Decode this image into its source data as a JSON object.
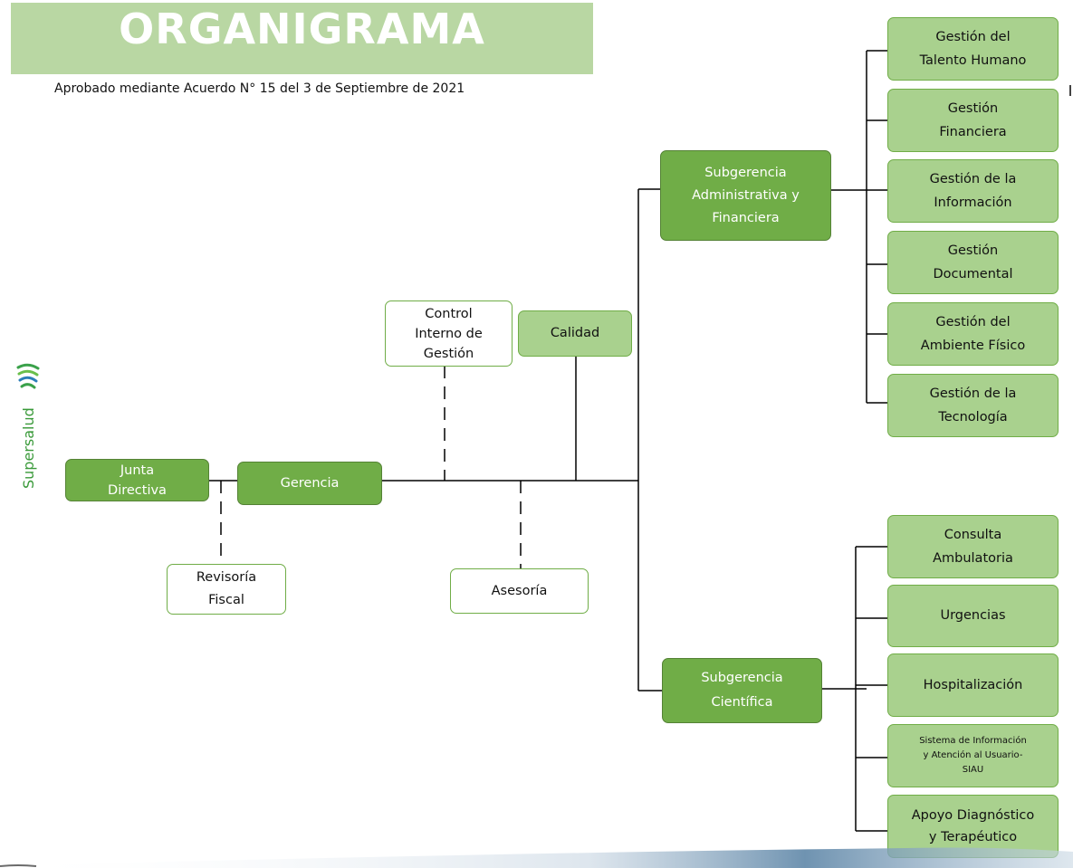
{
  "header": {
    "title": "ORGANIGRAMA",
    "subtitle": "Aprobado mediante Acuerdo N° 15 del 3 de Septiembre de 2021"
  },
  "logo": {
    "name": "Supersalud",
    "icon": "supersalud-logo-icon"
  },
  "nodes": {
    "junta": "Junta\nDirectiva",
    "gerencia": "Gerencia",
    "revisoria": "Revisoría\nFiscal",
    "asesoria": "Asesoría",
    "control": "Control\nInterno de\nGestión",
    "calidad": "Calidad",
    "sub_admin": "Subgerencia\nAdministrativa y\nFinanciera",
    "sub_cient": "Subgerencia\nCientífica",
    "admin_children": [
      "Gestión del\nTalento Humano",
      "Gestión\nFinanciera",
      "Gestión de la\nInformación",
      "Gestión\nDocumental",
      "Gestión del\nAmbiente Físico",
      "Gestión de la\nTecnología"
    ],
    "cient_children": [
      "Consulta\nAmbulatoria",
      "Urgencias",
      "Hospitalización",
      "Sistema de Información\ny Atención al Usuario-\nSIAU",
      "Apoyo Diagnóstico\ny Terapéutico"
    ]
  },
  "colors": {
    "dark": "#70ad47",
    "light": "#a9d18e",
    "banner": "#b9d7a3",
    "line": "#000000"
  }
}
